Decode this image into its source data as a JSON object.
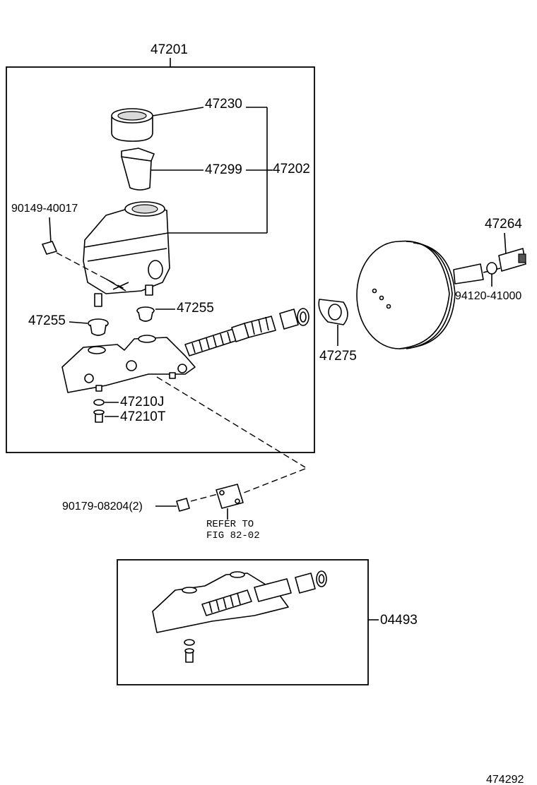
{
  "labels": {
    "master_cylinder_assy": "47201",
    "reservoir_cap": "47230",
    "reservoir_strainer": "47299",
    "reservoir_sub_assy": "47202",
    "reservoir_screw": "90149-40017",
    "grommet_left": "47255",
    "grommet_right": "47255",
    "gasket_j": "47210J",
    "plug_t": "47210T",
    "booster_assy": "47264",
    "booster_gasket": "47275",
    "clevis_nut": "94120-41000",
    "mount_nut": "90179-08204(2)",
    "refer_line1": "REFER TO",
    "refer_line2": "FIG 82-02",
    "kit_number": "04493",
    "figure_number": "474292"
  }
}
